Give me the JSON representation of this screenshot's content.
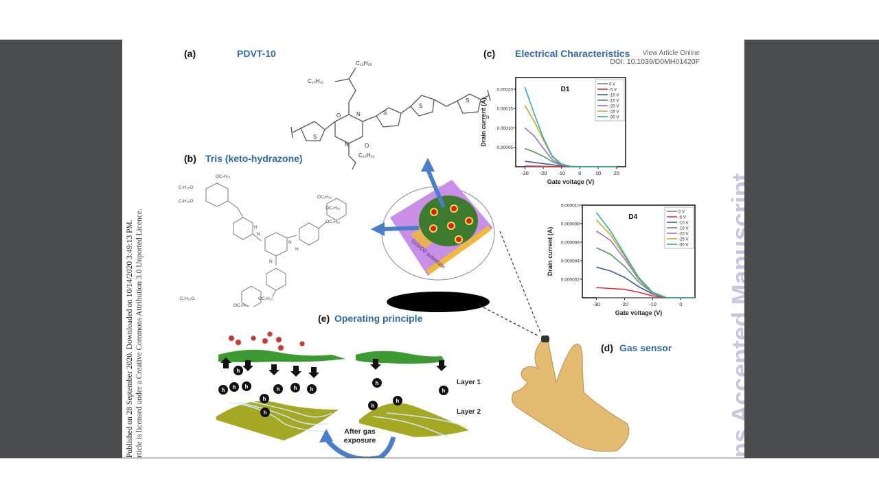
{
  "viewer": {
    "article_link": "View Article Online",
    "doi": "DOI: 10.1039/D0MH01420F",
    "side_text_line1": "Published on 28 September 2020. Downloaded on 10/14/2020 3:49:13 PM.",
    "side_text_line2": "rticle is licensed under a Creative Commons Attribution 3.0 Unported Licence.",
    "watermark": "ns Accepted Manuscript"
  },
  "panels": {
    "a": {
      "label": "(a)",
      "title": "PDVT-10",
      "substituents": [
        "C12H25",
        "C10H21",
        "C10H21",
        "C12H25"
      ],
      "repeat": "n"
    },
    "b": {
      "label": "(b)",
      "title": "Tris (keto-hydrazone)",
      "groups": [
        "OC7H15",
        "C7H15O",
        "C7H15O",
        "OC7H15",
        "OC7H15",
        "OC7H15",
        "C7H15O",
        "OC7H15",
        "OC7H15"
      ]
    },
    "c": {
      "label": "(c)",
      "title": "Electrical Characteristics"
    },
    "d": {
      "label": "(d)",
      "title": "Gas sensor",
      "substrate_label": "Si/SiO2 substrate"
    },
    "e": {
      "label": "(e)",
      "title": "Operating principle",
      "layer1": "Layer 1",
      "layer2": "Layer 2",
      "transition": "After gas exposure",
      "hole": "h"
    }
  },
  "chart_data": [
    {
      "type": "line",
      "title": "D1",
      "xlabel": "Gate voltage (V)",
      "ylabel": "Drain current (A)",
      "xlim": [
        -35,
        25
      ],
      "ylim": [
        0,
        0.00023
      ],
      "xticks": [
        -30,
        -20,
        -10,
        0,
        10,
        20
      ],
      "yticks": [
        "0.00005",
        "0.00010",
        "0.00015",
        "0.00020"
      ],
      "ytick_values": [
        5e-05,
        0.0001,
        0.00015,
        0.0002
      ],
      "legend_position": "top-right",
      "x": [
        -30,
        -25,
        -20,
        -15,
        -10,
        -5,
        0,
        10,
        20
      ],
      "series": [
        {
          "name": "0 V",
          "color": "#808080",
          "values": [
            0,
            0,
            0,
            0,
            0,
            0,
            0,
            0,
            0
          ]
        },
        {
          "name": "-5 V",
          "color": "#d9323a",
          "values": [
            2e-06,
            1.5e-06,
            1e-06,
            5e-07,
            2e-07,
            0,
            0,
            0,
            0
          ]
        },
        {
          "name": "-10 V",
          "color": "#3b58a8",
          "values": [
            1.4e-05,
            1.1e-05,
            8e-06,
            5e-06,
            2e-06,
            5e-07,
            0,
            0,
            0
          ]
        },
        {
          "name": "-15 V",
          "color": "#4f9a6a",
          "values": [
            4.7e-05,
            3.8e-05,
            2.7e-05,
            1.3e-05,
            4e-06,
            1e-06,
            0,
            0,
            0
          ]
        },
        {
          "name": "-20 V",
          "color": "#a070c0",
          "values": [
            0.0001,
            8e-05,
            4.8e-05,
            1.8e-05,
            5e-06,
            1e-06,
            0,
            0,
            0
          ]
        },
        {
          "name": "-25 V",
          "color": "#c9a820",
          "values": [
            0.000158,
            0.000118,
            7e-05,
            2.5e-05,
            6e-06,
            1e-06,
            0,
            0,
            0
          ]
        },
        {
          "name": "-30 V",
          "color": "#2aaeae",
          "values": [
            0.000205,
            0.000138,
            7.5e-05,
            2.7e-05,
            7e-06,
            1e-06,
            0,
            0,
            0
          ]
        }
      ]
    },
    {
      "type": "line",
      "title": "D4",
      "xlabel": "Gate voltage (V)",
      "ylabel": "Drain current (A)",
      "xlim": [
        -35,
        5
      ],
      "ylim": [
        0,
        1e-05
      ],
      "xticks": [
        -30,
        -20,
        -10,
        0
      ],
      "yticks": [
        "0.000002",
        "0.000004",
        "0.000006",
        "0.000008",
        "0.000010"
      ],
      "ytick_values": [
        2e-06,
        4e-06,
        6e-06,
        8e-06,
        1e-05
      ],
      "legend_position": "top-right",
      "x": [
        -30,
        -25,
        -20,
        -15,
        -10,
        -5,
        0,
        5
      ],
      "series": [
        {
          "name": "0 V",
          "color": "#808080",
          "values": [
            0,
            0,
            0,
            0,
            0,
            0,
            0,
            0
          ]
        },
        {
          "name": "-5 V",
          "color": "#d9323a",
          "values": [
            1.1e-06,
            1e-06,
            9e-07,
            6e-07,
            2e-07,
            0,
            0,
            0
          ]
        },
        {
          "name": "-10 V",
          "color": "#3b58a8",
          "values": [
            3.3e-06,
            2.9e-06,
            2.2e-06,
            1.2e-06,
            4e-07,
            0,
            0,
            0
          ]
        },
        {
          "name": "-15 V",
          "color": "#4f9a6a",
          "values": [
            5.4e-06,
            4.7e-06,
            3.4e-06,
            1.7e-06,
            5e-07,
            0,
            0,
            0
          ]
        },
        {
          "name": "-20 V",
          "color": "#a070c0",
          "values": [
            7.2e-06,
            6.2e-06,
            4.2e-06,
            2e-06,
            5e-07,
            0,
            0,
            0
          ]
        },
        {
          "name": "-25 V",
          "color": "#c9a820",
          "values": [
            8.4e-06,
            6.8e-06,
            4.5e-06,
            2.1e-06,
            5e-07,
            0,
            0,
            0
          ]
        },
        {
          "name": "-30 V",
          "color": "#2aaeae",
          "values": [
            9.2e-06,
            7.2e-06,
            4.7e-06,
            2.2e-06,
            6e-07,
            0,
            0,
            0
          ]
        }
      ]
    }
  ]
}
